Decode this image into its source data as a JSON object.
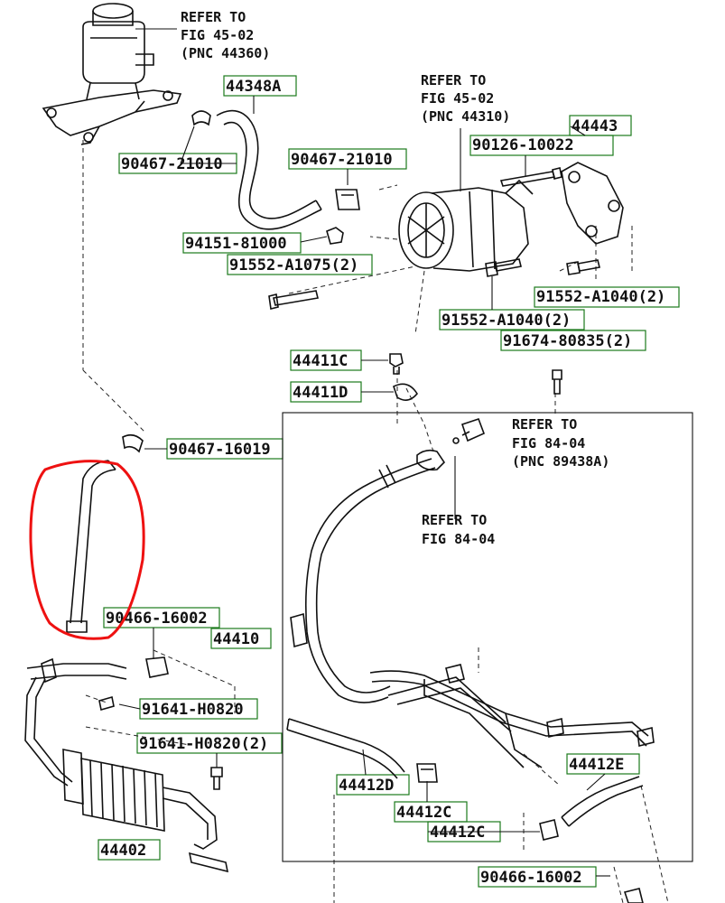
{
  "references": [
    {
      "id": "ref-45-02-44360",
      "lines": [
        "REFER TO",
        "FIG 45-02",
        "(PNC 44360)"
      ]
    },
    {
      "id": "ref-45-02-44310",
      "lines": [
        "REFER TO",
        "FIG 45-02",
        "(PNC 44310)"
      ]
    },
    {
      "id": "ref-84-04-89438a",
      "lines": [
        "REFER TO",
        "FIG 84-04",
        "(PNC 89438A)"
      ]
    },
    {
      "id": "ref-84-04",
      "lines": [
        "REFER TO",
        "FIG 84-04"
      ]
    }
  ],
  "part_labels": [
    "44348A",
    "90467-21010",
    "90467-21010",
    "94151-81000",
    "91552-A1075(2)",
    "44443",
    "90126-10022",
    "91552-A1040(2)",
    "91552-A1040(2)",
    "91674-80835(2)",
    "44411C",
    "44411D",
    "90467-16019",
    "90466-16002",
    "44410",
    "91641-H0820",
    "91641-H0820(2)",
    "44412D",
    "44412C",
    "44412C",
    "44412E",
    "44402",
    "90466-16002"
  ],
  "colors": {
    "label_box": "#1c7a1c",
    "highlight": "#e11111",
    "line": "#111111"
  }
}
